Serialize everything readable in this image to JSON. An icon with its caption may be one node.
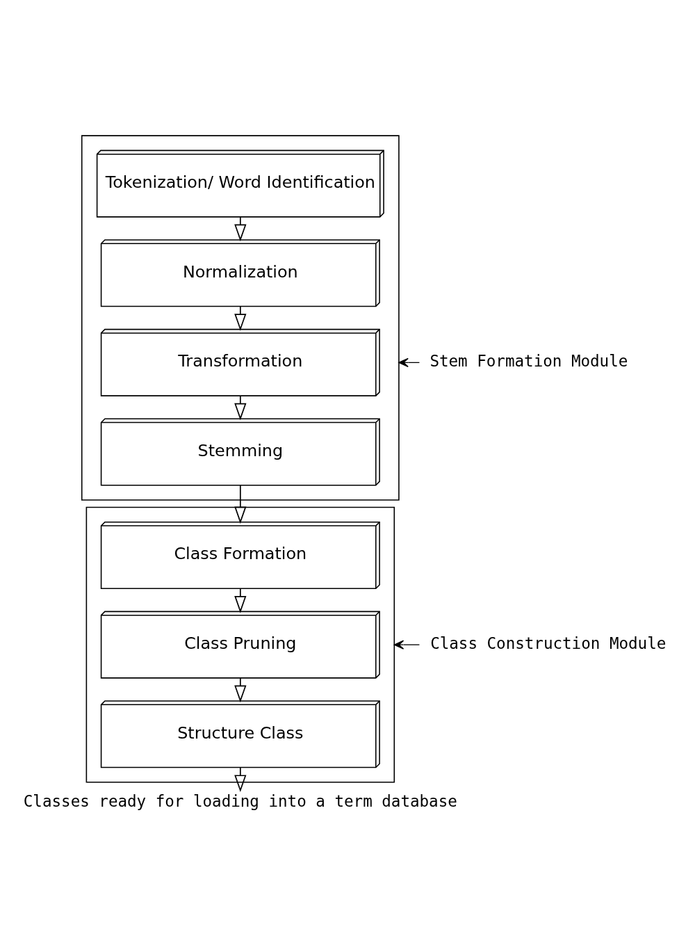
{
  "diagram": {
    "nodes": [
      {
        "text": [],
        "shape": "box"
      },
      {
        "text": [
          "Tokenization/ Word Identification"
        ],
        "in": 0
      },
      {
        "text": [
          "Normalization"
        ],
        "in": 0
      },
      {
        "text": [
          "Transformation"
        ],
        "in": 0
      },
      {
        "text": [
          "Stemming"
        ],
        "in": 0
      },
      {
        "text": [
          "Stem Formation Module"
        ]
      },
      {
        "text": [],
        "shape": "box"
      },
      {
        "text": [
          "Class Formation"
        ],
        "in": 6
      },
      {
        "text": [
          "Class Pruning"
        ],
        "in": 6
      },
      {
        "text": [
          "Structure Class"
        ],
        "in": 6
      },
      {
        "text": [
          "Class Construction Module"
        ]
      },
      {
        "text": [
          "Classes ready for loading into a term database"
        ]
      }
    ],
    "edges": [
      {
        "from": 1,
        "to": 2,
        "arrow": "to"
      },
      {
        "from": 2,
        "to": 3,
        "arrow": "to"
      },
      {
        "from": 3,
        "to": 4,
        "arrow": "to"
      },
      {
        "from": 4,
        "to": 7,
        "arrow": "to"
      },
      {
        "from": 7,
        "to": 8,
        "arrow": "to"
      },
      {
        "from": 8,
        "to": 9,
        "arrow": "to"
      },
      {
        "from": 9,
        "to": 11,
        "arrow": "to"
      },
      {
        "from": 5,
        "to": 0,
        "arrow": "to"
      },
      {
        "from": 10,
        "to": 6,
        "arrow": "to"
      }
    ]
  }
}
